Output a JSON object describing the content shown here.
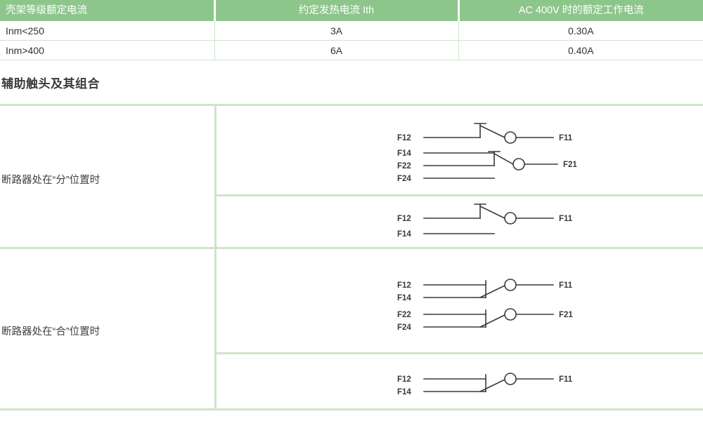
{
  "spec_table": {
    "headers": [
      "壳架等级额定电流",
      "约定发热电流 Ith",
      "AC 400V 时的额定工作电流"
    ],
    "rows": [
      [
        "Inm<250",
        "3A",
        "0.30A"
      ],
      [
        "Inm>400",
        "6A",
        "0.40A"
      ]
    ]
  },
  "section": {
    "heading": "辅助触头及其组合"
  },
  "aux_table": {
    "rows": [
      {
        "label": "断路器处在“分”位置时",
        "diagrams": [
          {
            "name": "open-position-four-terminal",
            "state": "open",
            "contacts": [
              {
                "in": "F12",
                "out": "F11"
              },
              {
                "in": "F22",
                "out": "F21"
              }
            ],
            "idle_terminals": [
              "F14",
              "F24"
            ]
          },
          {
            "name": "open-position-two-terminal",
            "state": "open",
            "contacts": [
              {
                "in": "F12",
                "out": "F11"
              }
            ],
            "idle_terminals": [
              "F14"
            ]
          }
        ]
      },
      {
        "label": "断路器处在“合”位置时",
        "diagrams": [
          {
            "name": "closed-position-four-terminal",
            "state": "closed",
            "contacts": [
              {
                "in": "F14",
                "out": "F11"
              },
              {
                "in": "F24",
                "out": "F21"
              }
            ],
            "idle_terminals": [
              "F12",
              "F22"
            ]
          },
          {
            "name": "closed-position-two-terminal",
            "state": "closed",
            "contacts": [
              {
                "in": "F14",
                "out": "F11"
              }
            ],
            "idle_terminals": [
              "F12"
            ]
          }
        ]
      }
    ],
    "terminal_labels": {
      "d1": [
        "F12",
        "F14",
        "F22",
        "F24",
        "F11",
        "F21"
      ],
      "d2": [
        "F12",
        "F14",
        "F11"
      ],
      "d3": [
        "F12",
        "F14",
        "F22",
        "F24",
        "F11",
        "F21"
      ],
      "d4": [
        "F12",
        "F14",
        "F11"
      ]
    }
  },
  "colors": {
    "header_green": "#8DC68B",
    "rule_green": "#cfe4cb",
    "text_dark": "#333333",
    "line_dark": "#3a3a3a"
  }
}
